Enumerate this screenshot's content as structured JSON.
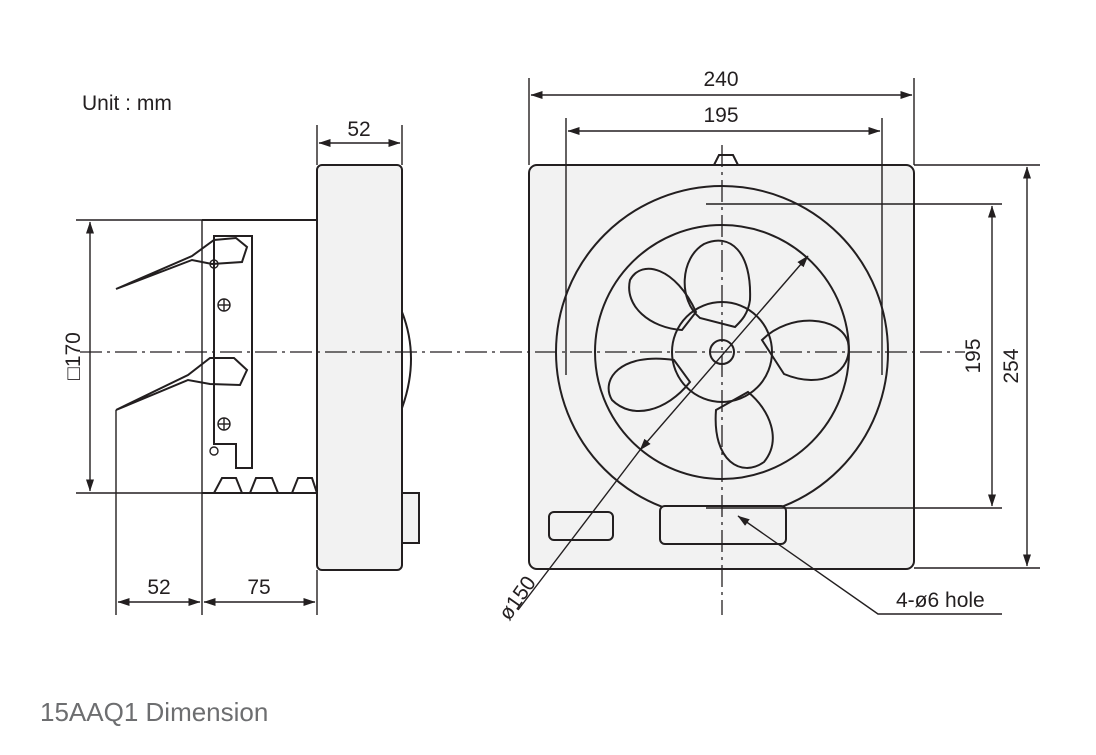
{
  "unit_label": "Unit : mm",
  "dimensions": {
    "depth_housing": "52",
    "front_width": "240",
    "grille_width": "195",
    "mount_square": "□170",
    "bottom_left": "52",
    "bottom_right": "75",
    "grille_height": "195",
    "front_height": "254",
    "fan_diameter": "ø150",
    "mount_holes": "4-ø6 hole"
  },
  "caption": "15AAQ1 Dimension"
}
